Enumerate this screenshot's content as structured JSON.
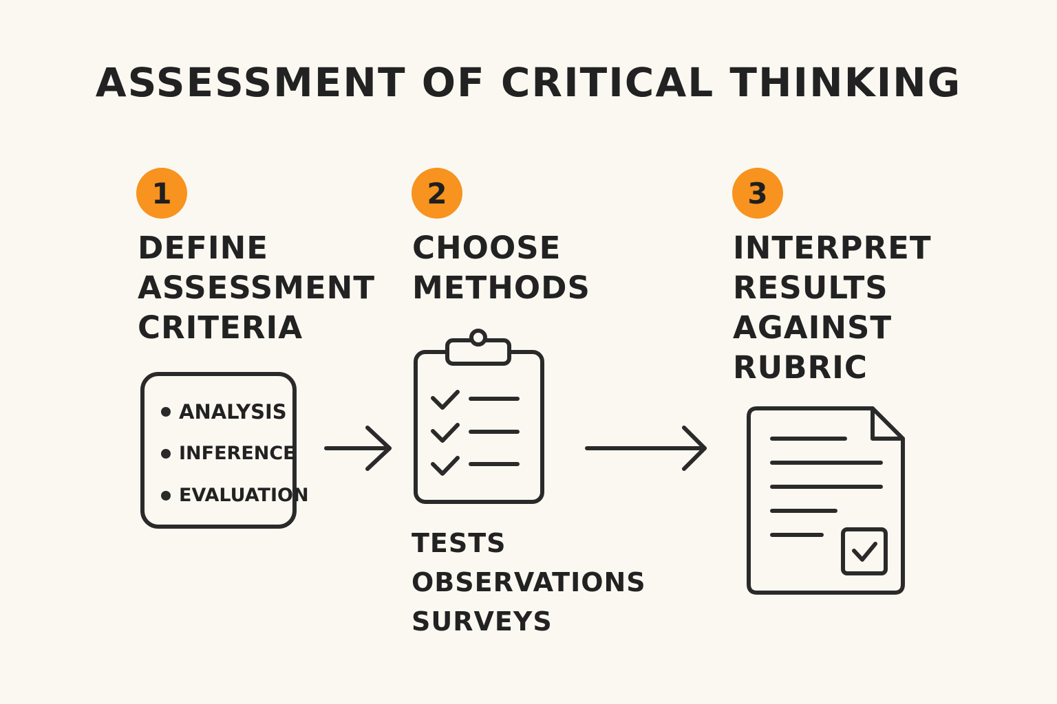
{
  "colors": {
    "background": "#fbf8f2",
    "ink": "#2a2a2a",
    "accent": "#f7931e"
  },
  "title": "ASSESSMENT OF CRITICAL THINKING",
  "steps": [
    {
      "number": "1",
      "title_lines": [
        "DEFINE",
        "ASSESSMENT",
        "CRITERIA"
      ],
      "icon": "criteria-list-box-icon",
      "criteria": [
        "ANALYSIS",
        "INFERENCE",
        "EVALUATION"
      ]
    },
    {
      "number": "2",
      "title_lines": [
        "CHOOSE",
        "METHODS"
      ],
      "icon": "clipboard-checklist-icon",
      "methods": [
        "TESTS",
        "OBSERVATIONS",
        "SURVEYS"
      ]
    },
    {
      "number": "3",
      "title_lines": [
        "INTERPRET",
        "RESULTS",
        "AGAINST",
        "RUBRIC"
      ],
      "icon": "document-checkbox-icon"
    }
  ],
  "connectors": [
    "arrow-right-icon",
    "arrow-right-icon"
  ]
}
